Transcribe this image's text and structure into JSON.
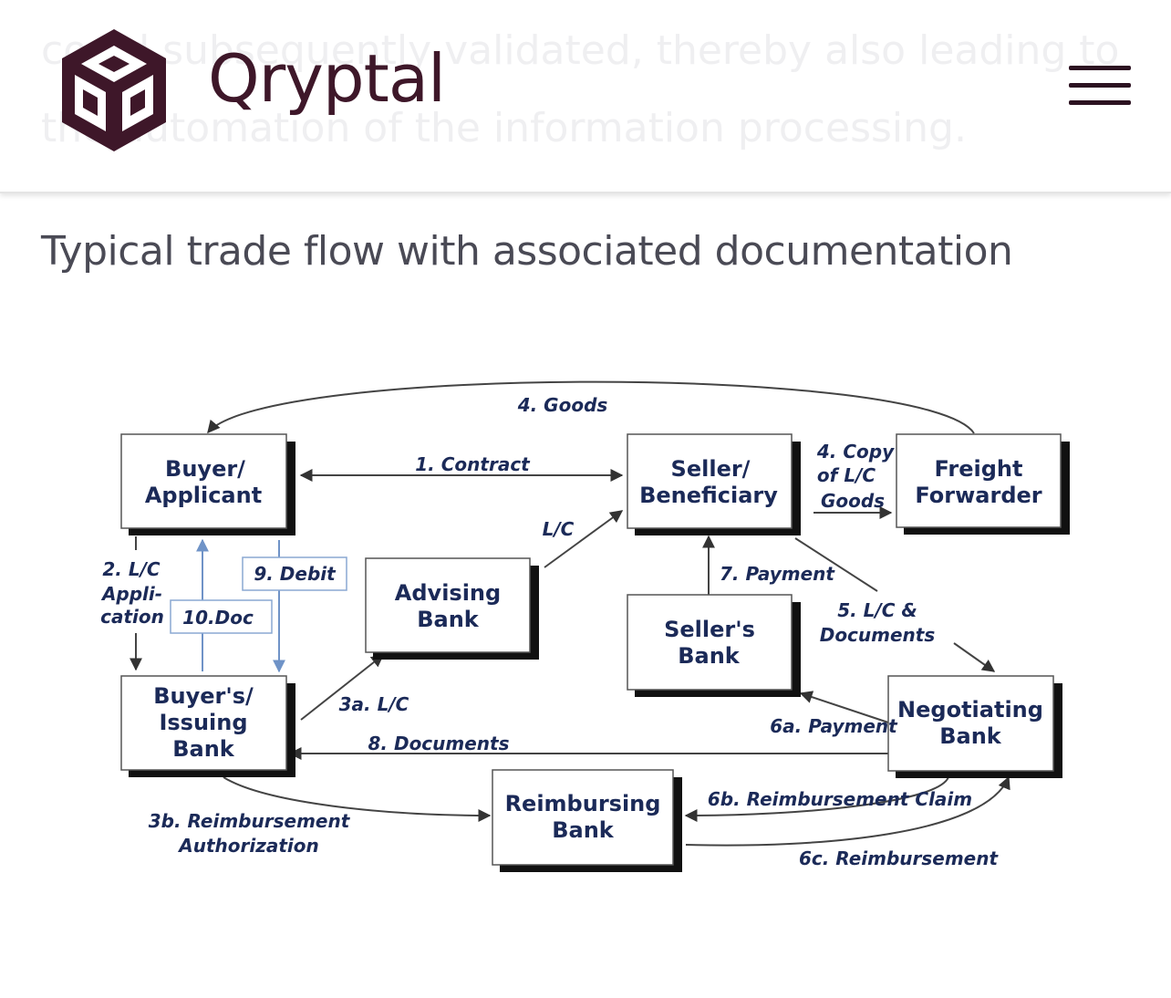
{
  "background_text": {
    "line1": "could subsequently validated, thereby also leading to",
    "line2": "the automation of the information processing."
  },
  "header": {
    "brand": "Qryptal",
    "menu_icon": "hamburger-icon"
  },
  "page": {
    "title": "Typical trade flow with associated documentation"
  },
  "diagram": {
    "nodes": {
      "buyer": [
        "Buyer/",
        "Applicant"
      ],
      "seller": [
        "Seller/",
        "Beneficiary"
      ],
      "freight": [
        "Freight",
        "Forwarder"
      ],
      "advising": [
        "Advising",
        "Bank"
      ],
      "sellers_bank": [
        "Seller's",
        "Bank"
      ],
      "issuing": [
        "Buyer's/",
        "Issuing",
        "Bank"
      ],
      "negotiating": [
        "Negotiating",
        "Bank"
      ],
      "reimbursing": [
        "Reimbursing",
        "Bank"
      ]
    },
    "labels": {
      "goods": "4. Goods",
      "contract": "1. Contract",
      "copy_lc": [
        "4. Copy",
        "of L/C",
        "Goods"
      ],
      "lc": "L/C",
      "lc_application": [
        "2. L/C",
        "Appli-",
        "cation"
      ],
      "debit": "9. Debit",
      "doc": "10.Doc",
      "payment": "7. Payment",
      "lc_documents": [
        "5. L/C &",
        "Documents"
      ],
      "lc_3a": "3a. L/C",
      "payment_6a": "6a. Payment",
      "documents": "8. Documents",
      "reimbursement_claim": "6b. Reimbursement Claim",
      "reimbursement_auth": [
        "3b. Reimbursement",
        "Authorization"
      ],
      "reimbursement": "6c. Reimbursement"
    }
  },
  "colors": {
    "brand": "#3e1729",
    "diagram_text": "#1b2a58",
    "arrow_blue": "#6f93c7"
  }
}
